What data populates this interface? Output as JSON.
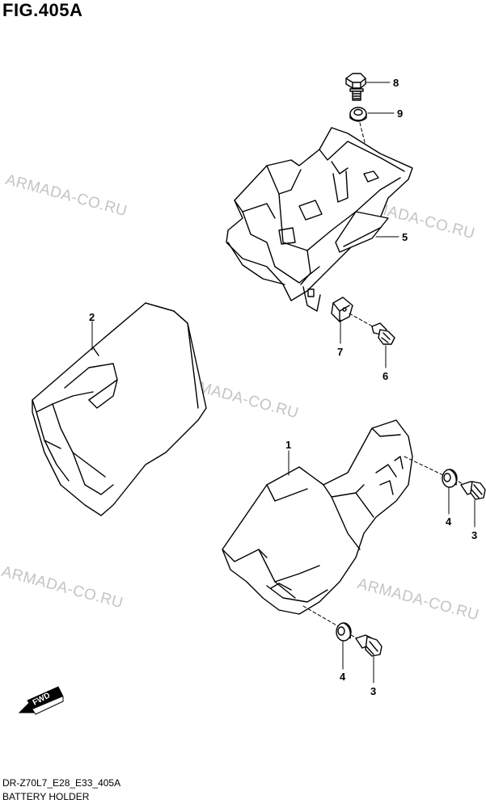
{
  "header": {
    "figure_id": "FIG.405A"
  },
  "footer": {
    "model_code": "DR-Z70L7_E28_E33_405A",
    "caption": "BATTERY HOLDER"
  },
  "watermark": {
    "text": "ARMADA-CO.RU",
    "color": "#c4c4c4"
  },
  "fwd_marker": {
    "text": "FWD"
  },
  "callouts": [
    {
      "id": "1",
      "label": "1"
    },
    {
      "id": "2",
      "label": "2"
    },
    {
      "id": "3a",
      "label": "3"
    },
    {
      "id": "3b",
      "label": "3"
    },
    {
      "id": "4a",
      "label": "4"
    },
    {
      "id": "4b",
      "label": "4"
    },
    {
      "id": "5",
      "label": "5"
    },
    {
      "id": "6",
      "label": "6"
    },
    {
      "id": "7",
      "label": "7"
    },
    {
      "id": "8",
      "label": "8"
    },
    {
      "id": "9",
      "label": "9"
    }
  ]
}
